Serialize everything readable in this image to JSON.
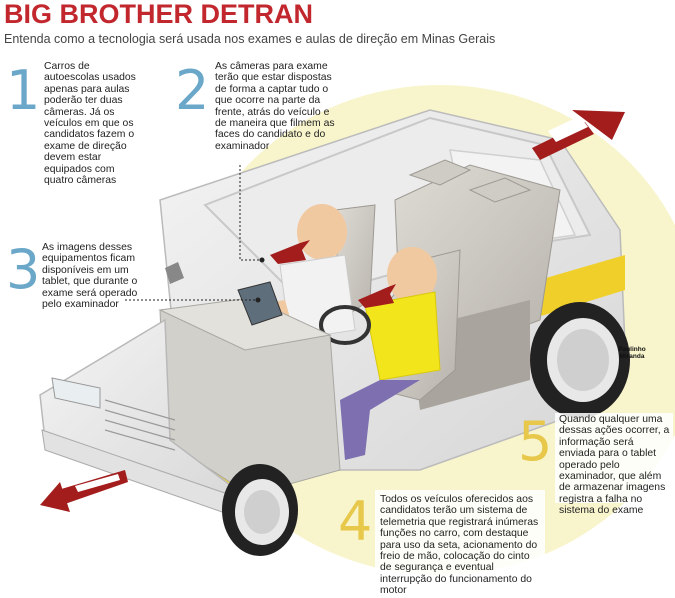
{
  "header": {
    "title": "BIG BROTHER DETRAN",
    "subtitle": "Entenda como a tecnologia será usada nos exames e aulas de direção em Minas Gerais"
  },
  "steps": [
    {
      "number": "1",
      "text": "Carros de autoescolas usados apenas para aulas poderão ter duas câmeras. Já os veículos em que os candidatos fazem o exame de direção devem estar equipados com quatro câmeras"
    },
    {
      "number": "2",
      "text": "As câmeras para exame terão que estar dispostas de forma a captar tudo o que ocorre na parte da frente, atrás do veículo e de maneira que filmem as faces do candidato e do examinador"
    },
    {
      "number": "3",
      "text": "As imagens desses equipamentos ficam disponíveis em um tablet, que durante o exame será operado pelo examinador"
    },
    {
      "number": "4",
      "text": "Todos os veículos oferecidos aos candidatos terão um sistema de telemetria que registrará inúmeras funções no carro, com destaque para uso da seta, acionamento do freio de mão, colocação do cinto de segurança e eventual interrupção do funcionamento do motor"
    },
    {
      "number": "5",
      "text": "Quando qualquer uma dessas ações ocorrer, a informação será enviada para o tablet operado pelo examinador, que além de armazenar imagens registra a falha no sistema do exame"
    }
  ],
  "credit": "Paulinho Miranda",
  "colors": {
    "title": "#c1272d",
    "number_blue": "#6aa7c9",
    "number_yellow": "#e7c84a",
    "arrow": "#a31d1d",
    "highlight": "#f7f3c4"
  }
}
